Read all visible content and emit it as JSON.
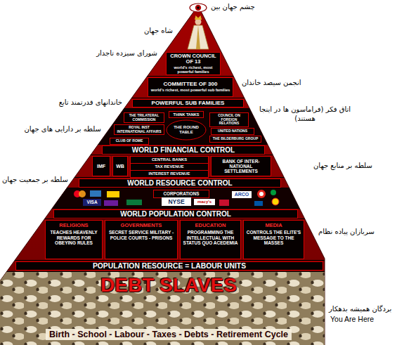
{
  "diagram": {
    "nodes": [
      {
        "text": [
          "CROWN COUNCIL OF 13",
          "world's richest, most powerful families"
        ]
      },
      {
        "text": [
          "COMMITTEE OF 300",
          "world's richest, most powerful sub families"
        ]
      },
      {
        "text": [
          "POWERFUL SUB FAMILIES"
        ]
      },
      {
        "text": [
          "THINK TANKS"
        ]
      },
      {
        "text": [
          "THE TRILATERAL COMMISSION"
        ],
        "in": 3
      },
      {
        "text": [
          "ROYAL INST INTERNATIONAL AFFAIRS"
        ],
        "in": 3
      },
      {
        "text": [
          "CLUB OF ROME"
        ],
        "in": 3
      },
      {
        "text": [
          "THE ROUND TABLE"
        ],
        "in": 3
      },
      {
        "text": [
          "COUNCIL ON FOREIGN RELATIONS"
        ],
        "in": 3
      },
      {
        "text": [
          "UNITED NATIONS"
        ],
        "in": 3
      },
      {
        "text": [
          "THE BILDERBURG GROUP"
        ],
        "in": 3
      },
      {
        "text": [
          "WORLD FINANCIAL CONTROL"
        ]
      },
      {
        "text": [
          "IMF"
        ]
      },
      {
        "text": [
          "WB"
        ]
      },
      {
        "text": [
          "CENTRAL BANKS"
        ]
      },
      {
        "text": [
          "TAX REVENUE"
        ]
      },
      {
        "text": [
          "INTEREST REVENUE"
        ]
      },
      {
        "text": [
          "BANK OF INTER-NATIONAL SETTLEMENTS"
        ]
      },
      {
        "text": [
          "WORLD RESOURCE CONTROL"
        ]
      },
      {
        "text": [
          "CORPORATIONS"
        ]
      },
      {
        "text": [
          "WORLD POPULATION CONTROL"
        ]
      },
      {
        "text": [
          "RELIGIONS",
          "TEACHES HEAVENLY REWARDS FOR OBEYING RULES"
        ]
      },
      {
        "text": [
          "GOVERNMENTS",
          "SECRET SERVICE MILITARY - POLICE COURTS - PRISONS"
        ]
      },
      {
        "text": [
          "EDUCATION",
          "PROGRAMMING THE INTELLECTUAL WITH STATUS QUO ACEDEMIA"
        ]
      },
      {
        "text": [
          "MEDIA",
          "CONTROLS THE ELITE'S MESSAGE TO THE MASSES"
        ]
      },
      {
        "text": [
          "POPULATION RESOURCE = LABOUR UNITS"
        ]
      },
      {
        "text": [
          "DEBT SLAVES",
          "Birth - School - Labour - Taxes - Debts - Retirement Cycle"
        ]
      }
    ],
    "labels": [
      "چشم جهان بین",
      "شاه جهان",
      "شورای سیزده تاجدار",
      "انجمن سیصد خاندان",
      "خاندانهای قدرتمند تابع",
      "اتاق فکر (فراماسون ها در اینجا هستند)",
      "سلطه بر دارایی های جهان",
      "سلطه بر منابع جهان",
      "سلطه بر جمعیت جهان",
      "سربازان پیاده نظام",
      "بردگان همیشه بدهکار",
      "You Are Here",
      "NYSE",
      "ARCO",
      "VISA",
      "macy's"
    ]
  }
}
